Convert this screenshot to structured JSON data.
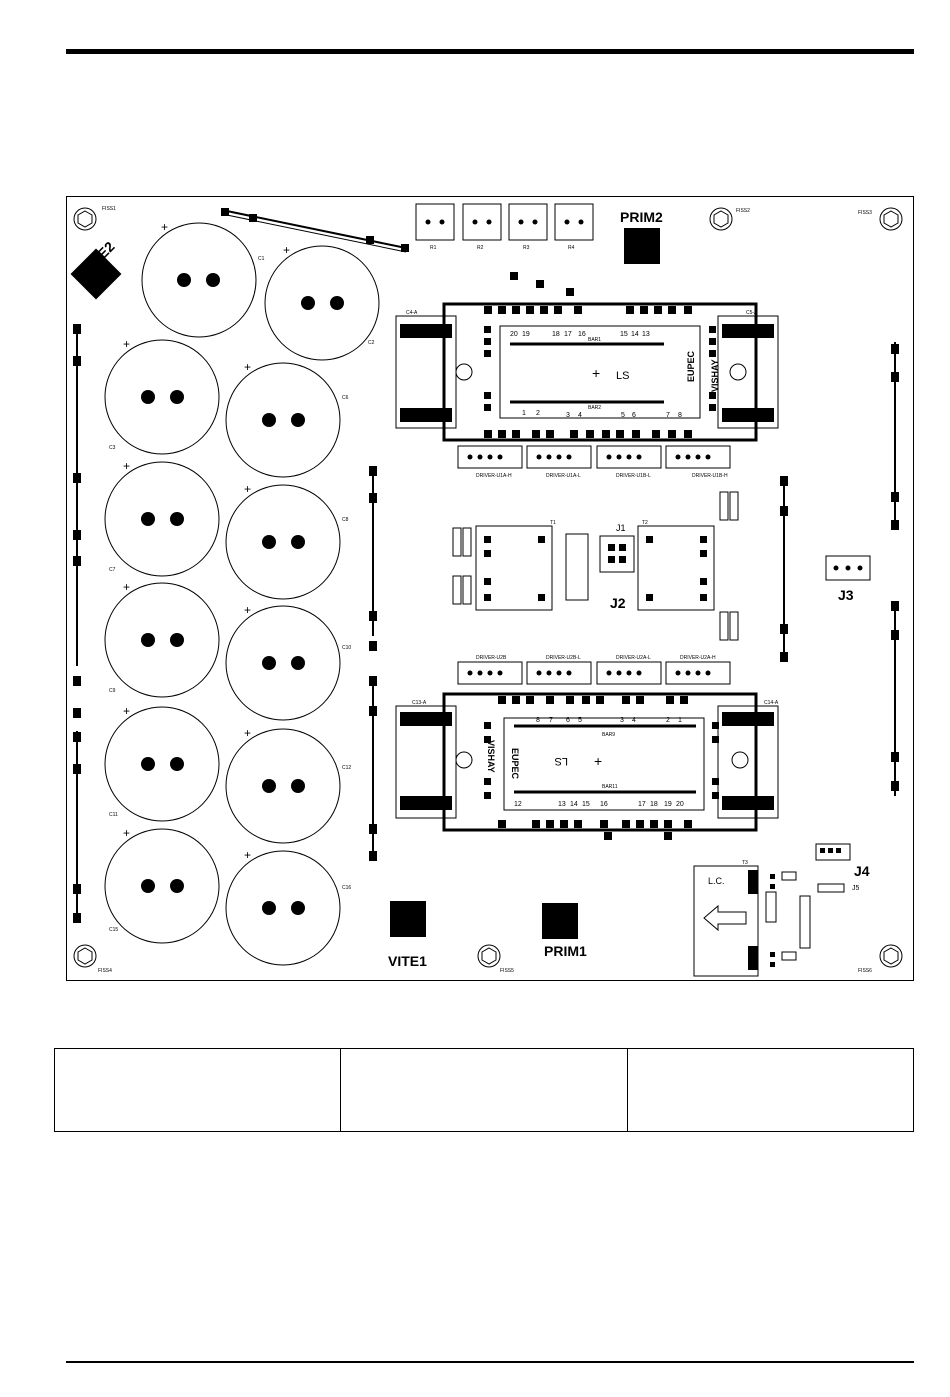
{
  "board": {
    "labels": {
      "vite1": "VITE1",
      "vite2": "VITE2",
      "prim1": "PRIM1",
      "prim2": "PRIM2",
      "j1": "J1",
      "j2": "J2",
      "j3": "J3",
      "j4": "J4",
      "j5": "J5",
      "t1": "T1",
      "t2": "T2",
      "t3": "T3",
      "ls": "LS",
      "lc": "L.C.",
      "eupec": "EUPEC",
      "vishay": "VISHAY",
      "fiss1": "FISS1",
      "fiss2": "FISS2",
      "fiss3": "FISS3",
      "fiss4": "FISS4",
      "fiss5": "FISS5",
      "fiss6": "FISS6",
      "bar1": "BAR1",
      "bar2": "BAR2",
      "bar9": "BAR9",
      "bar11": "BAR11",
      "c4a": "C4-A",
      "c5a": "C5-A",
      "c13a": "C13-A",
      "c14a": "C14-A",
      "r1": "R1",
      "r2": "R2",
      "r3": "R3",
      "r4": "R4"
    },
    "capacitors": [
      "C1",
      "C2",
      "C3",
      "C6",
      "C7",
      "C8",
      "C9",
      "C10",
      "C11",
      "C12",
      "C15",
      "C16"
    ],
    "drivers_top": [
      "DRIVER-U1A-H",
      "DRIVER-U1A-L",
      "DRIVER-U1B-L",
      "DRIVER-U1B-H"
    ],
    "drivers_bottom": [
      "DRIVER-U2B",
      "DRIVER-U2B-L",
      "DRIVER-U2A-L",
      "DRIVER-U2A-H"
    ],
    "top_pins_upper": [
      "20",
      "19",
      "18",
      "17",
      "16",
      "15",
      "14",
      "13"
    ],
    "top_pins_lower": [
      "1",
      "2",
      "3",
      "4",
      "5",
      "6",
      "7",
      "8"
    ],
    "bottom_pins_upper": [
      "8",
      "7",
      "6",
      "5",
      "3",
      "4",
      "2",
      "1"
    ],
    "bottom_pins_lower": [
      "12",
      "13",
      "14",
      "15",
      "16",
      "17",
      "18",
      "19",
      "20"
    ]
  },
  "table": {
    "cells": [
      "",
      "",
      ""
    ]
  }
}
